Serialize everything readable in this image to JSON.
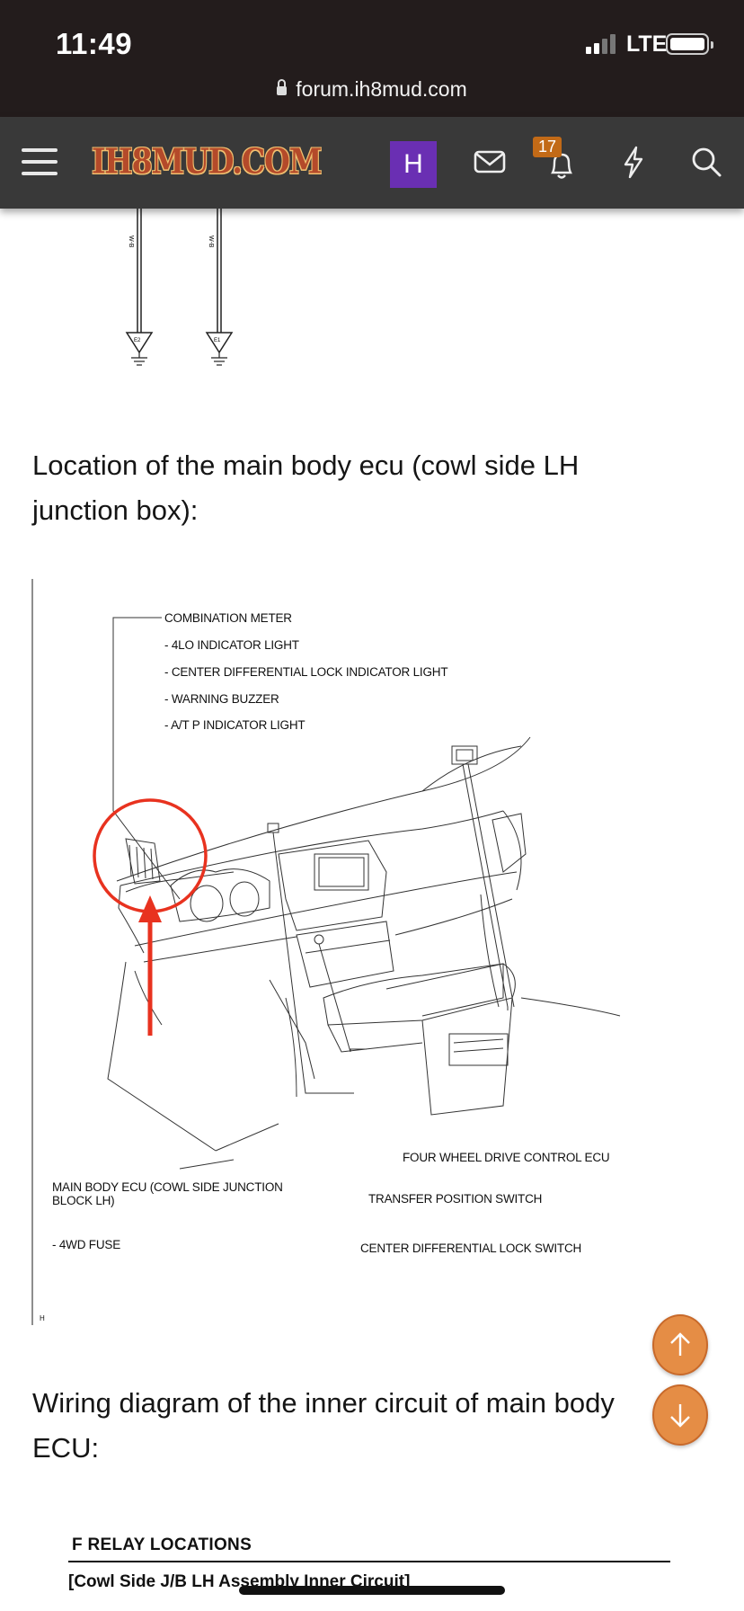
{
  "status_bar": {
    "time": "11:49",
    "network": "LTE"
  },
  "browser": {
    "url": "forum.ih8mud.com"
  },
  "navbar": {
    "logo": "IH8MUD.COM",
    "avatar_letter": "H",
    "notification_count": "17"
  },
  "ground_diagram": {
    "wire_labels": [
      "W-B",
      "W-B"
    ],
    "ground_labels": [
      "E2",
      "E1"
    ]
  },
  "content": {
    "para1": "Location of the main body ecu (cowl side LH junction box):",
    "para2": "Wiring diagram of the inner circuit of main body ECU:"
  },
  "diagram": {
    "labels": {
      "combination_meter": "COMBINATION METER",
      "lo_light": "- 4LO INDICATOR LIGHT",
      "center_diff_light": "- CENTER DIFFERENTIAL LOCK INDICATOR LIGHT",
      "warning_buzzer": "- WARNING BUZZER",
      "atp_light": "- A/T P INDICATOR LIGHT",
      "four_wd_ecu": "FOUR WHEEL DRIVE CONTROL ECU",
      "main_body_ecu": "MAIN BODY ECU (COWL SIDE JUNCTION BLOCK LH)",
      "transfer_switch": "TRANSFER POSITION SWITCH",
      "fuse": "- 4WD FUSE",
      "center_diff_switch": "CENTER DIFFERENTIAL LOCK SWITCH",
      "corner_mark": "H"
    },
    "highlight_color": "#e8321f"
  },
  "relay_section": {
    "title": "F   RELAY LOCATIONS",
    "subtitle": "[Cowl Side J/B LH Assembly Inner Circuit]"
  },
  "icons": [
    "lock-icon",
    "hamburger-icon",
    "mail-icon",
    "bell-icon",
    "bolt-icon",
    "search-icon",
    "arrow-up-icon",
    "arrow-down-icon"
  ],
  "colors": {
    "status_bar": "#231c1c",
    "navbar": "#393939",
    "avatar": "#6a2fb3",
    "badge": "#c26a17",
    "fab": "#e58d45"
  }
}
